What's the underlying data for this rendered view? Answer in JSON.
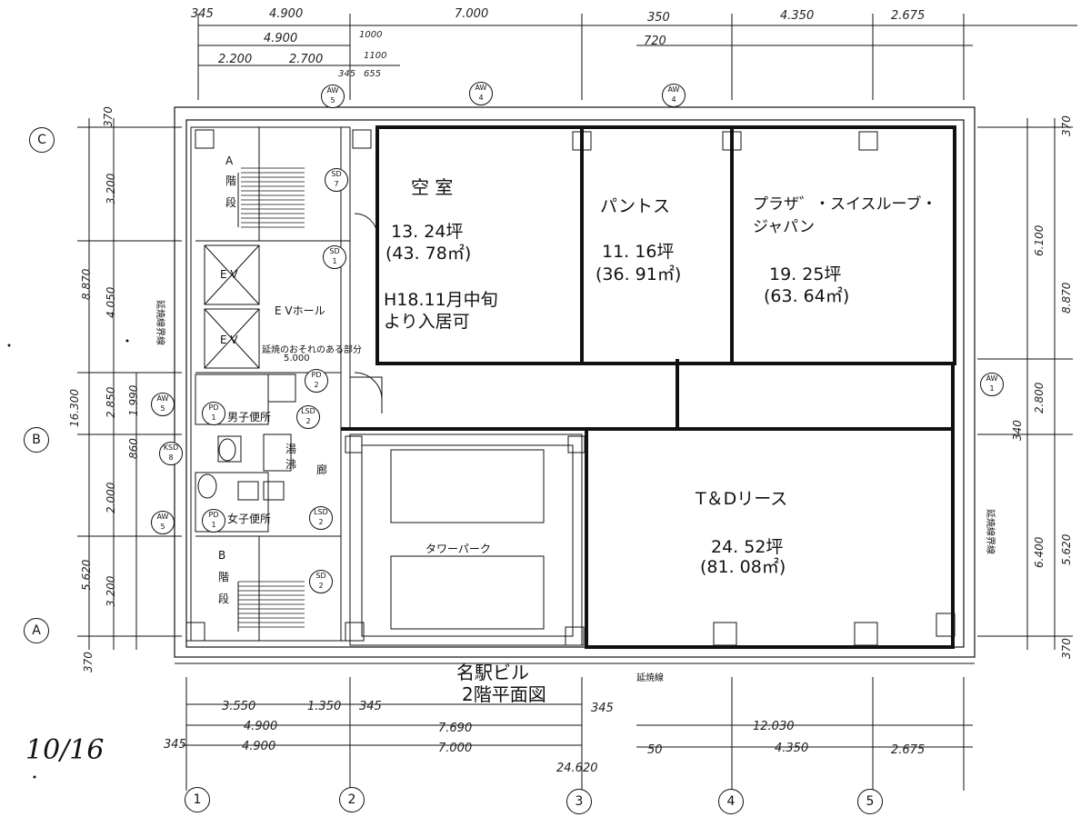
{
  "title": {
    "line1": "名駅ビル",
    "line2": "2階平面図"
  },
  "handwritten_note": "10/16",
  "rooms": {
    "vacant": {
      "name": "空 室",
      "area_tsubo": "13. 24坪",
      "area_m2": "(43. 78㎡)",
      "note1": "H18.11月中旬",
      "note2": "より入居可"
    },
    "pantos": {
      "name": "パントス",
      "area_tsubo": "11. 16坪",
      "area_m2": "(36. 91㎡)"
    },
    "plaza": {
      "name1": "プラザ゛・スイスルーブ・",
      "name2": "ジャパン",
      "area_tsubo": "19. 25坪",
      "area_m2": "(63. 64㎡)"
    },
    "td": {
      "name": "T＆Dリース",
      "area_tsubo": "24. 52坪",
      "area_m2": "(81. 08㎡)"
    }
  },
  "core_labels": {
    "stair_a_1": "A",
    "stair_a_2": "階",
    "stair_a_3": "段",
    "stair_b_1": "B",
    "stair_b_2": "階",
    "stair_b_3": "段",
    "ev1": "E V",
    "ev2": "E V",
    "ev_hall": "E Vホール",
    "mens_toilet": "男子便所",
    "womens_toilet": "女子便所",
    "corridor_1": "湯",
    "corridor_2": "沸",
    "corridor_3": "廊",
    "tower_park": "タワーパーク",
    "hazard_note": "延焼のおそれのある部分",
    "hazard_dim": "5.000"
  },
  "tags": {
    "aw5_top": [
      "AW",
      "5"
    ],
    "aw4_a": [
      "AW",
      "4"
    ],
    "aw4_b": [
      "AW",
      "4"
    ],
    "sd7": [
      "SD",
      "7"
    ],
    "sd1": [
      "SD",
      "1"
    ],
    "pd2": [
      "PD",
      "2"
    ],
    "pd1_a": [
      "PD",
      "1"
    ],
    "lsd2_a": [
      "LSD",
      "2"
    ],
    "ksd8": [
      "KSD",
      "8"
    ],
    "lsd2_b": [
      "LSD",
      "2"
    ],
    "pd1_b": [
      "PD",
      "1"
    ],
    "sd2": [
      "SD",
      "2"
    ],
    "aw5_mid": [
      "AW",
      "5"
    ],
    "aw5_low": [
      "AW",
      "5"
    ],
    "aw1": [
      "AW",
      "1"
    ]
  },
  "axes": {
    "c": "C",
    "b": "B",
    "a": "A",
    "n1": "1",
    "n2": "2",
    "n3": "3",
    "n4": "4",
    "n5": "5"
  },
  "dims_top": {
    "d345": "345",
    "d4900a": "4.900",
    "d7000": "7.000",
    "d350": "350",
    "d4350": "4.350",
    "d2675": "2.675",
    "d4900b": "4.900",
    "d1000": "1000",
    "d720": "720",
    "d2200": "2.200",
    "d2700": "2.700",
    "d1100": "1100",
    "d345b": "345",
    "d655": "655"
  },
  "dims_bottom": {
    "d3550": "3.550",
    "d1350": "1.350",
    "d345": "345",
    "d345b": "345",
    "d4900a": "4.900",
    "d7690": "7.690",
    "d12030": "12.030",
    "d345c": "345",
    "d4900b": "4.900",
    "d7000": "7.000",
    "d50": "50",
    "d4350": "4.350",
    "d2675": "2.675",
    "d24620": "24.620"
  },
  "dims_left": {
    "d370a": "370",
    "d3200a": "3.200",
    "d8870": "8.870",
    "d4050": "4.050",
    "d16300": "16.300",
    "d2850": "2.850",
    "d1990": "1.990",
    "d860": "860",
    "d2000": "2.000",
    "d5620": "5.620",
    "d3200b": "3.200",
    "d370b": "370"
  },
  "dims_right": {
    "d370a": "370",
    "d6100": "6.100",
    "d8870": "8.870",
    "d2800": "2.800",
    "d340": "340",
    "d6400": "6.400",
    "d5620": "5.620",
    "d370b": "370"
  },
  "misc": {
    "side_note": "延焼線界線",
    "left_note": "延焼線界線",
    "bottom_note": "延焼線"
  }
}
